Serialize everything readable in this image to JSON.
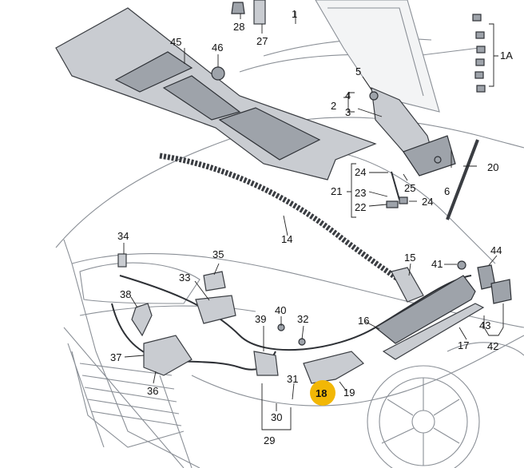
{
  "labels": {
    "p1": "1",
    "p1a": "1A",
    "p2": "2",
    "p3": "3",
    "p4": "4",
    "p5": "5",
    "p6": "6",
    "p14": "14",
    "p15": "15",
    "p16": "16",
    "p17": "17",
    "p18": "18",
    "p19": "19",
    "p20": "20",
    "p21": "21",
    "p22": "22",
    "p23": "23",
    "p24a": "24",
    "p24b": "24",
    "p25": "25",
    "p27": "27",
    "p28": "28",
    "p29": "29",
    "p30": "30",
    "p31": "31",
    "p32": "32",
    "p33": "33",
    "p34": "34",
    "p35": "35",
    "p36": "36",
    "p37": "37",
    "p38": "38",
    "p39": "39",
    "p40": "40",
    "p41": "41",
    "p42": "42",
    "p43": "43",
    "p44": "44",
    "p45": "45",
    "p46": "46"
  },
  "highlight": {
    "label": "18",
    "color": "#f2b705"
  }
}
